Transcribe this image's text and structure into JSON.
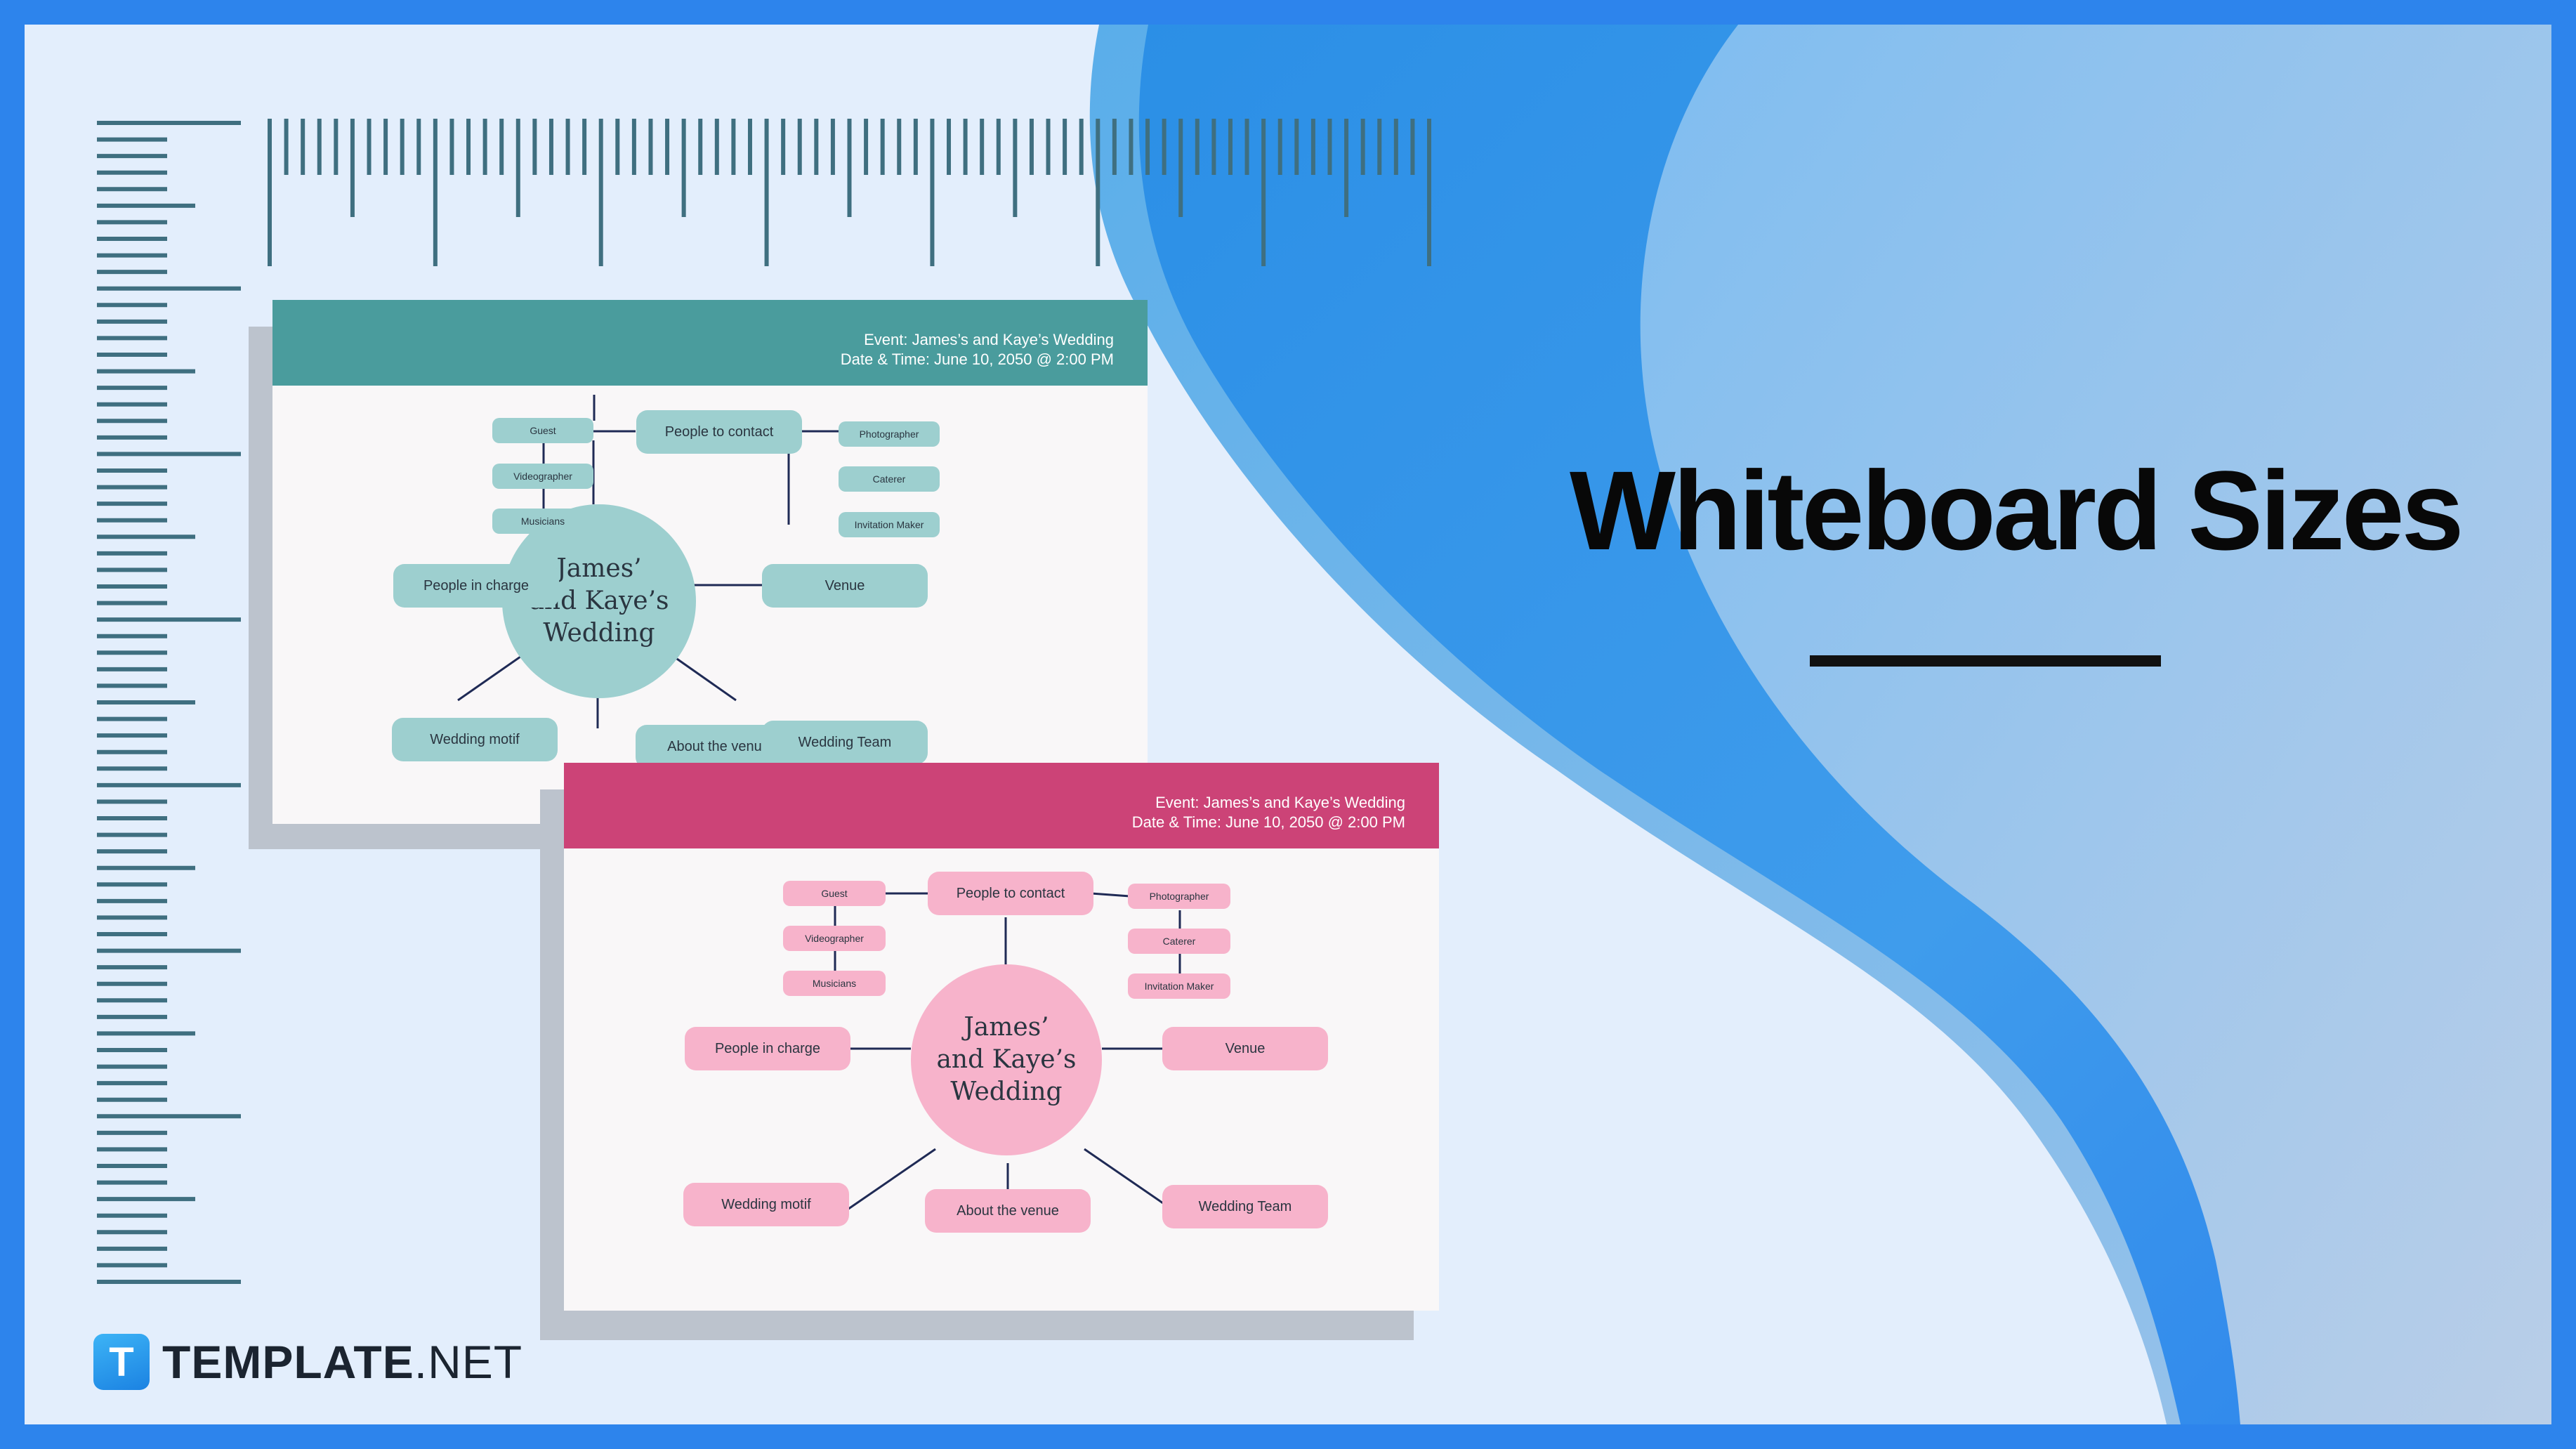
{
  "title": "Whiteboard Sizes",
  "colors": {
    "frame": "#2d84ec",
    "background": "#e3eefc",
    "ruler": "#3f6f80",
    "teal_header": "#4a9c9d",
    "teal_node": "#9dcfcf",
    "pink_header": "#cc4377",
    "pink_node": "#f7b3cb",
    "blue_wave": "#3b9be9"
  },
  "logo": {
    "icon": "T",
    "brand_bold": "TEMPLATE",
    "brand_suffix": ".NET"
  },
  "boards": [
    {
      "theme": "teal",
      "event": "Event: James’s and Kaye’s Wedding",
      "datetime": "Date & Time: June 10, 2050 @ 2:00 PM",
      "center": [
        "James’",
        "and Kaye’s",
        "Wedding"
      ],
      "nodes": {
        "people_to_contact": "People to contact",
        "guest": "Guest",
        "videographer": "Videographer",
        "musicians": "Musicians",
        "photographer": "Photographer",
        "caterer": "Caterer",
        "invitation_maker": "Invitation Maker",
        "people_in_charge": "People in charge",
        "venue": "Venue",
        "wedding_motif": "Wedding motif",
        "about_the_venue": "About the venue",
        "wedding_team": "Wedding Team"
      }
    },
    {
      "theme": "pink",
      "event": "Event: James’s and Kaye’s Wedding",
      "datetime": "Date & Time: June 10, 2050 @ 2:00 PM",
      "center": [
        "James’",
        "and Kaye’s",
        "Wedding"
      ],
      "nodes": {
        "people_to_contact": "People to contact",
        "guest": "Guest",
        "videographer": "Videographer",
        "musicians": "Musicians",
        "photographer": "Photographer",
        "caterer": "Caterer",
        "invitation_maker": "Invitation Maker",
        "people_in_charge": "People in charge",
        "venue": "Venue",
        "wedding_motif": "Wedding motif",
        "about_the_venue": "About the venue",
        "wedding_team": "Wedding Team"
      }
    }
  ]
}
